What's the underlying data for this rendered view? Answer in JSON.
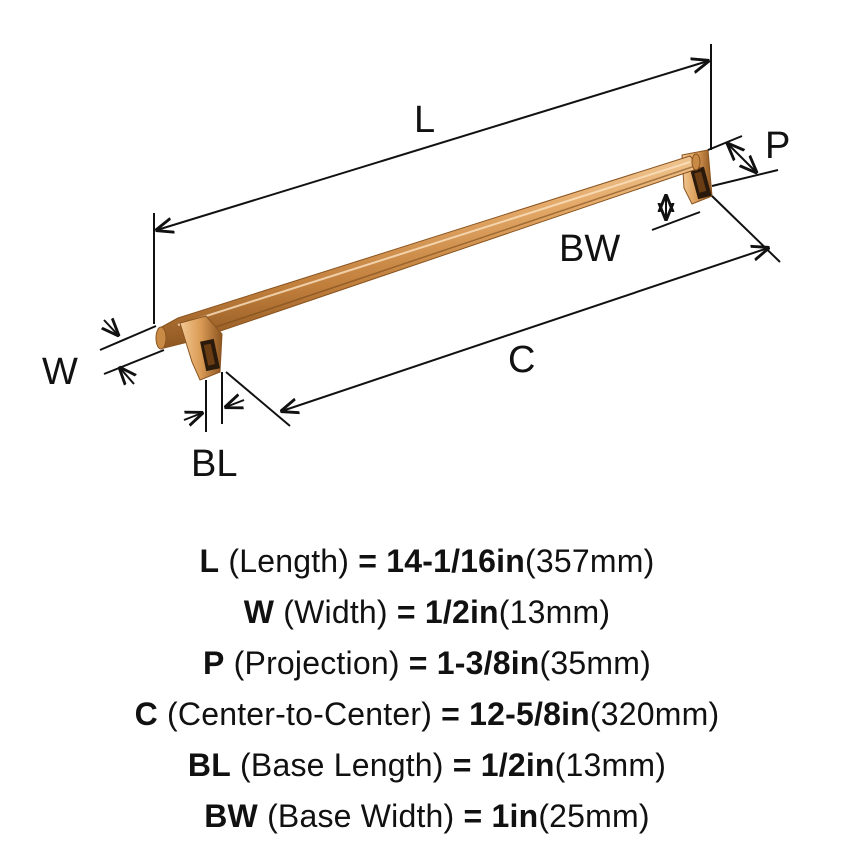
{
  "dimension_labels": {
    "length": "L",
    "width": "W",
    "projection": "P",
    "center_to_center": "C",
    "base_length": "BL",
    "base_width": "BW"
  },
  "specs": [
    {
      "code": "L",
      "name": "(Length)",
      "eq": "=",
      "imperial": "14-1/16in",
      "metric": "(357mm)"
    },
    {
      "code": "W",
      "name": "(Width)",
      "eq": "=",
      "imperial": "1/2in",
      "metric": "(13mm)"
    },
    {
      "code": "P",
      "name": "(Projection)",
      "eq": "=",
      "imperial": "1-3/8in",
      "metric": "(35mm)"
    },
    {
      "code": "C",
      "name": "(Center-to-Center)",
      "eq": "=",
      "imperial": "12-5/8in",
      "metric": "(320mm)"
    },
    {
      "code": "BL",
      "name": "(Base Length)",
      "eq": "=",
      "imperial": "1/2in",
      "metric": "(13mm)"
    },
    {
      "code": "BW",
      "name": "(Base Width)",
      "eq": "=",
      "imperial": "1in",
      "metric": "(25mm)"
    }
  ],
  "colors": {
    "brass_light": "#f2c48e",
    "brass_mid": "#d99a55",
    "brass_dark": "#9a5f22",
    "line": "#111111"
  }
}
